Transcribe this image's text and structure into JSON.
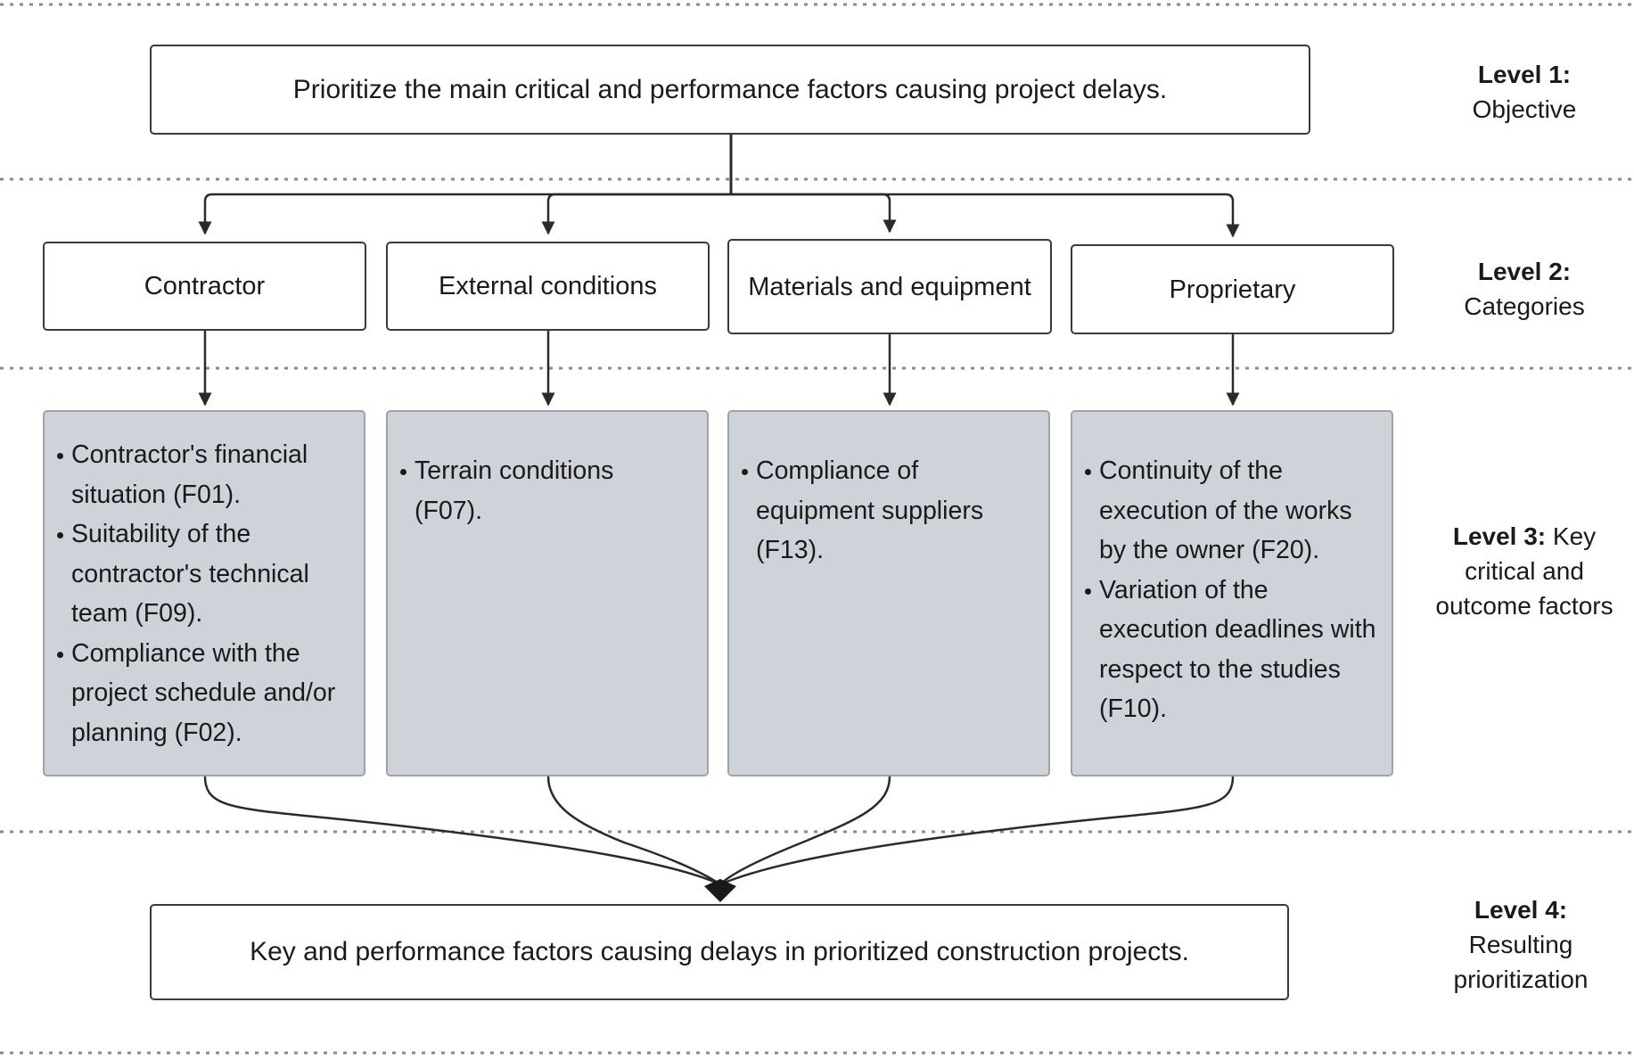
{
  "objective": "Prioritize the main critical and performance factors causing project delays.",
  "result": "Key and performance factors causing delays in prioritized construction projects.",
  "categories": [
    {
      "label": "Contractor",
      "factors": [
        "Contractor's financial situation (F01).",
        "Suitability of the contractor's technical team (F09).",
        "Compliance with the project schedule and/or planning (F02)."
      ]
    },
    {
      "label": "External conditions",
      "factors": [
        "Terrain conditions (F07)."
      ]
    },
    {
      "label": "Materials and equipment",
      "factors": [
        "Compliance of equipment suppliers (F13)."
      ]
    },
    {
      "label": "Proprietary",
      "factors": [
        "Continuity of the execution of the works by the owner (F20).",
        "Variation of the execution deadlines with respect to the studies (F10)."
      ]
    }
  ],
  "levels": [
    {
      "bold": "Level 1:",
      "rest": "Objective"
    },
    {
      "bold": "Level 2:",
      "rest": "Categories"
    },
    {
      "bold": "Level 3:",
      "rest": "Key critical and outcome factors"
    },
    {
      "bold": "Level 4:",
      "rest": "Resulting prioritization"
    }
  ],
  "colors": {
    "line": "#2a2a2a",
    "separator": "#8a8a8a",
    "factor_fill": "#ced2d9",
    "factor_border": "#9ea3ab"
  }
}
